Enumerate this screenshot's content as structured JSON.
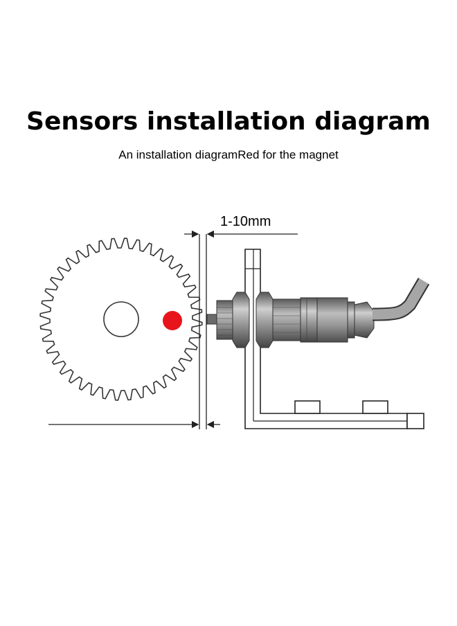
{
  "title": "Sensors installation diagram",
  "subtitle": "An installation diagramRed for the magnet",
  "dimension_label": "1-10mm",
  "colors": {
    "magnet": "#e8141b",
    "sensor_body": "#8c8c8c",
    "cable": "#a0a0a0",
    "line": "#222222"
  }
}
